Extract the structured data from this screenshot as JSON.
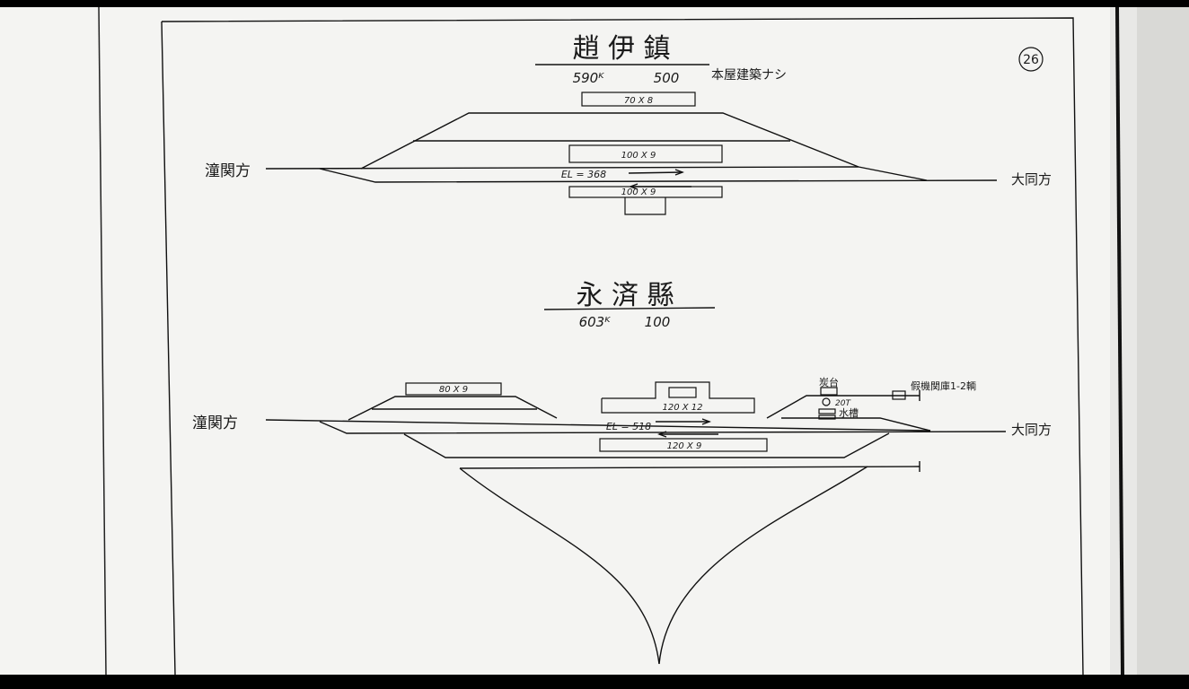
{
  "page_number": "26",
  "colors": {
    "paper": "#f4f4f2",
    "ink": "#111111",
    "edge": "#000000"
  },
  "station1": {
    "name": "趙 伊 鎮",
    "km": "590ᴷ",
    "sub": "500",
    "note": "本屋建築ナシ",
    "left_direction": "潼関方",
    "right_direction": "大同方",
    "elevation": "EL = 368",
    "platforms": [
      "70 X 8",
      "100 X 9",
      "100 X 9"
    ]
  },
  "station2": {
    "name": "永 済 縣",
    "km": "603ᴷ",
    "sub": "100",
    "left_direction": "潼関方",
    "right_direction": "大同方",
    "elevation": "EL = 518",
    "platforms": [
      "80 X 9",
      "120 X 12",
      "120 X 9"
    ],
    "label_a": "炭台",
    "label_b": "20T",
    "label_c": "水槽",
    "label_d": "假機関庫1-2輌"
  }
}
